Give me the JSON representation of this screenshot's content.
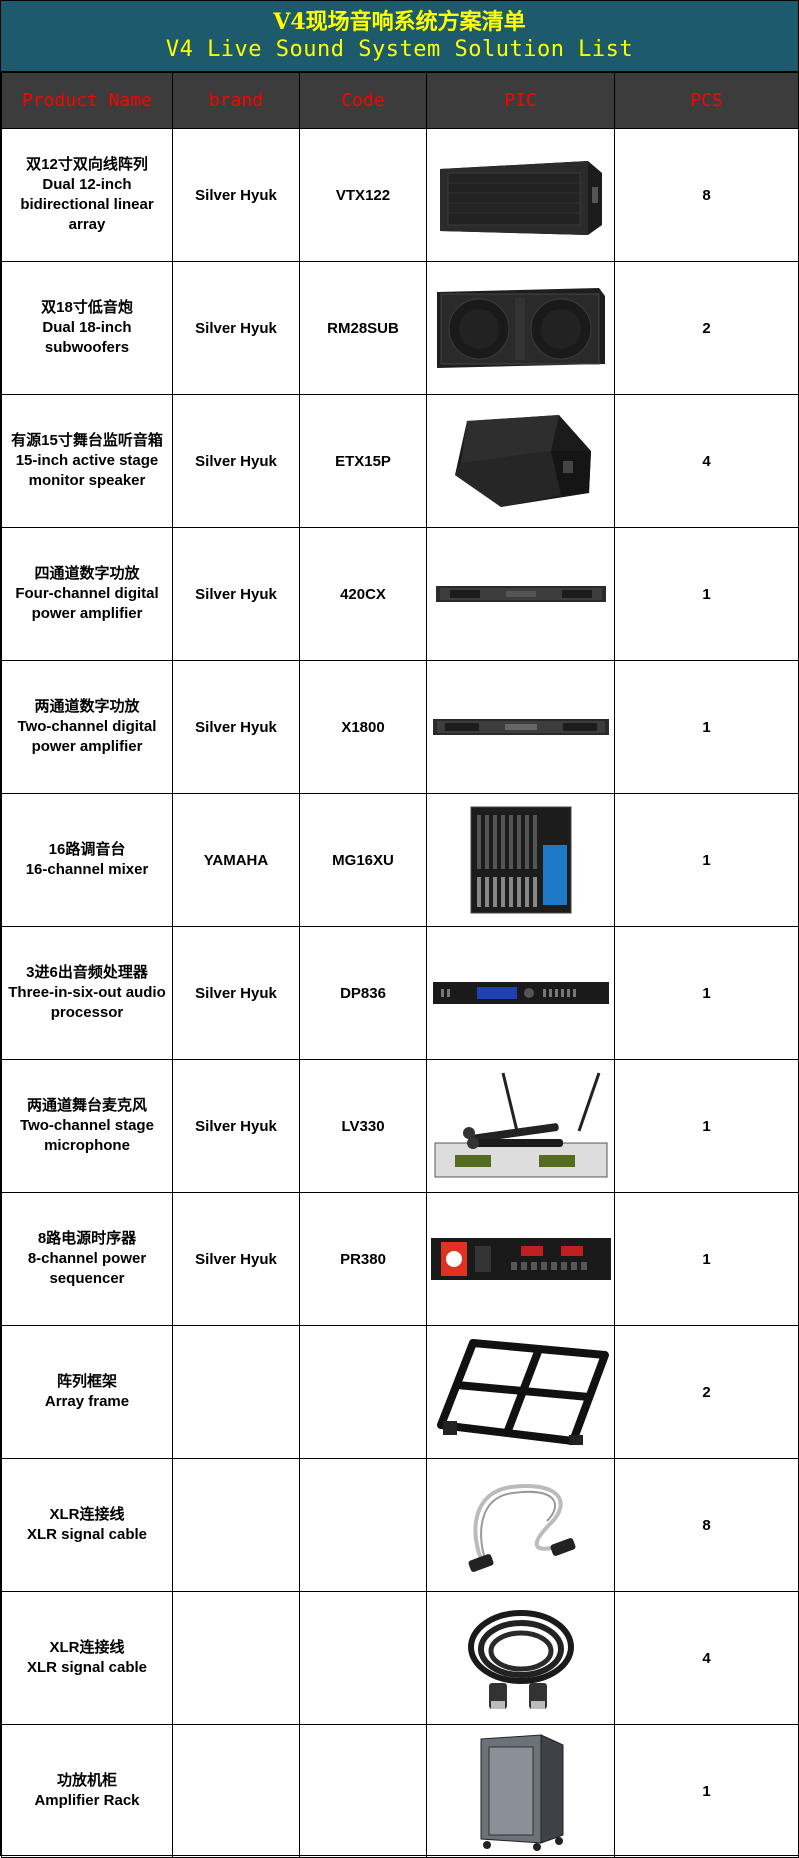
{
  "title": {
    "cn": "V4现场音响系统方案清单",
    "en": "V4 Live Sound System Solution List"
  },
  "headers": {
    "name": "Product Name",
    "brand": "brand",
    "code": "Code",
    "pic": "PIC",
    "pcs": "PCS"
  },
  "colors": {
    "title_bg": "#1d5a6c",
    "title_text": "#ffff00",
    "header_bg": "#3c3c3c",
    "header_text": "#ff0000"
  },
  "rows": [
    {
      "name_cn": "双12寸双向线阵列",
      "name_en": "Dual 12-inch bidirectional linear array",
      "brand": "Silver Hyuk",
      "code": "VTX122",
      "pcs": "8",
      "icon": "line-array-speaker-icon"
    },
    {
      "name_cn": "双18寸低音炮",
      "name_en": "Dual 18-inch subwoofers",
      "brand": "Silver Hyuk",
      "code": "RM28SUB",
      "pcs": "2",
      "icon": "subwoofer-icon"
    },
    {
      "name_cn": "有源15寸舞台监听音箱",
      "name_en": "15-inch active stage monitor speaker",
      "brand": "Silver Hyuk",
      "code": "ETX15P",
      "pcs": "4",
      "icon": "stage-monitor-icon"
    },
    {
      "name_cn": "四通道数字功放",
      "name_en": "Four-channel digital power amplifier",
      "brand": "Silver Hyuk",
      "code": "420CX",
      "pcs": "1",
      "icon": "power-amplifier-icon"
    },
    {
      "name_cn": "两通道数字功放",
      "name_en": "Two-channel digital power amplifier",
      "brand": "Silver Hyuk",
      "code": "X1800",
      "pcs": "1",
      "icon": "power-amplifier-icon"
    },
    {
      "name_cn": "16路调音台",
      "name_en": "16-channel mixer",
      "brand": "YAMAHA",
      "code": "MG16XU",
      "pcs": "1",
      "icon": "mixer-icon"
    },
    {
      "name_cn": "3进6出音频处理器",
      "name_en": "Three-in-six-out audio processor",
      "brand": "Silver Hyuk",
      "code": "DP836",
      "pcs": "1",
      "icon": "audio-processor-icon"
    },
    {
      "name_cn": "两通道舞台麦克风",
      "name_en": "Two-channel stage microphone",
      "brand": "Silver Hyuk",
      "code": "LV330",
      "pcs": "1",
      "icon": "wireless-microphone-icon"
    },
    {
      "name_cn": "8路电源时序器",
      "name_en": "8-channel power sequencer",
      "brand": "Silver Hyuk",
      "code": "PR380",
      "pcs": "1",
      "icon": "power-sequencer-icon"
    },
    {
      "name_cn": "阵列框架",
      "name_en": "Array frame",
      "brand": "",
      "code": "",
      "pcs": "2",
      "icon": "array-frame-icon"
    },
    {
      "name_cn": "XLR连接线",
      "name_en": "XLR signal cable",
      "brand": "",
      "code": "",
      "pcs": "8",
      "icon": "xlr-cable-icon"
    },
    {
      "name_cn": "XLR连接线",
      "name_en": "XLR signal cable",
      "brand": "",
      "code": "",
      "pcs": "4",
      "icon": "xlr-cable-icon"
    },
    {
      "name_cn": "功放机柜",
      "name_en": "Amplifier Rack",
      "brand": "",
      "code": "",
      "pcs": "1",
      "icon": "amplifier-rack-icon"
    }
  ]
}
